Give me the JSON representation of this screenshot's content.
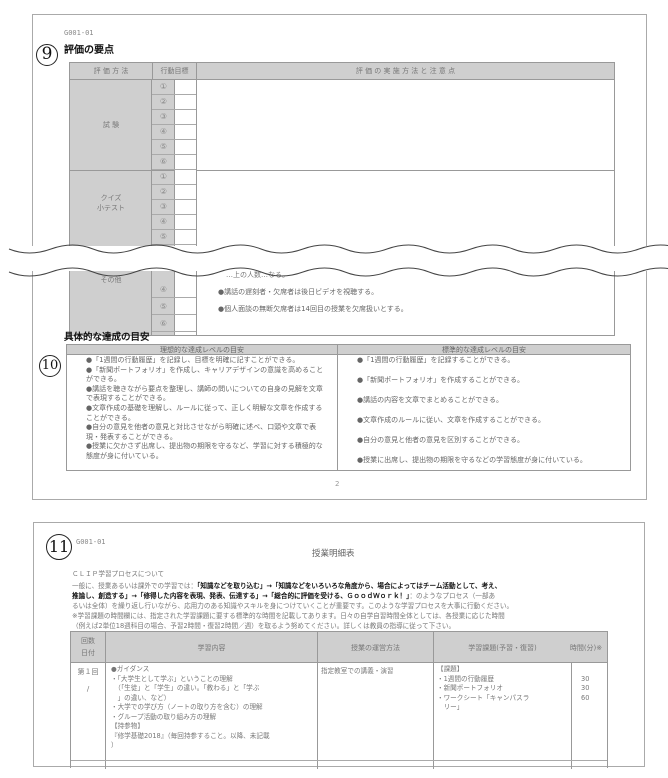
{
  "page1": {
    "code": "G001-01",
    "section9_number": "9",
    "section9_title": "評価の要点",
    "eval_table": {
      "headers": [
        "評 価 方 法",
        "行動目標",
        "評 価 の 実 施 方 法 と 注 意 点"
      ],
      "targets": [
        "①",
        "②",
        "③",
        "④",
        "⑤",
        "⑥"
      ],
      "methods": [
        {
          "name": "試 験",
          "notes": []
        },
        {
          "name": "クイズ\n小テスト",
          "notes": []
        },
        {
          "name": "その他",
          "notes": [
            "…上の人数…なる。",
            "●講話の遅刻者・欠席者は後日ビデオを視聴する。",
            "●個人面談の無断欠席者は14回目の授業を欠席扱いとする。"
          ]
        }
      ]
    },
    "section10_number": "10",
    "section10_title": "具体的な達成の目安",
    "goals": {
      "ideal_header": "理想的な達成レベルの目安",
      "standard_header": "標準的な達成レベルの目安",
      "ideal": [
        "●「1週間の行動履歴」を記録し、目標を明確に記すことができる。",
        "●「新聞ポートフォリオ」を作成し、キャリアデザインの意識を高めることができる。",
        "●講話を聴きながら要点を整理し、講師の問いについての自身の見解を文章で表現することができる。",
        "●文章作成の基礎を理解し、ルールに従って、正しく明解な文章を作成することができる。",
        "●自分の意見を他者の意見と対比させながら明確に述べ、口頭や文章で表現・発表することができる。",
        "●授業に欠かさず出席し、提出物の期限を守るなど、学習に対する積極的な態度が身に付いている。"
      ],
      "standard": [
        "●「1週間の行動履歴」を記録することができる。",
        "●「新聞ポートフォリオ」を作成することができる。",
        "●講話の内容を文章でまとめることができる。",
        "●文章作成のルールに従い、文章を作成することができる。",
        "●自分の意見と他者の意見を区別することができる。",
        "●授業に出席し、提出物の期限を守るなどの学習態度が身に付いている。"
      ]
    },
    "page_number": "2"
  },
  "page2": {
    "section11_number": "11",
    "code": "G001-01",
    "title": "授業明細表",
    "clip_heading": "ＣＬＩＰ学習プロセスについて",
    "para_intro": "一般に、授業あるいは課外での学習では：",
    "bold1": "「知識などを取り込む」→「知識などをいろいろな角度から、場合によってはチーム活動として、考え、",
    "bold2": "推論し、創造する」→「修得した内容を表現、発表、伝達する」→「総合的に評価を受ける、ＧｏｏｄＷｏｒｋ！」",
    "para_rest1": "：のようなプロセス（一部あ",
    "para_rest2": "るいは全体）を繰り返し行いながら、応用力のある知識やスキルを身につけていくことが重要です。このような学習プロセスを大事に行動ください。",
    "note1": "※学習課題の時間欄には、指定された学習課題に要する標準的な時間を記載してあります。日々の自学自習時間全体としては、各授業に応じた時間",
    "note2": "（例えば2単位18週科目の場合、予習2時間・復習2時間／週）を取るよう努めてください。詳しくは教員の指導に従って下さい。",
    "table": {
      "headers": {
        "round": "回数",
        "date": "日付",
        "content": "学習内容",
        "method": "授業の運営方法",
        "task": "学習課題(予習・復習)",
        "time": "時間(分)※"
      },
      "rows": [
        {
          "round": "第１回",
          "date": "/",
          "content": [
            "●ガイダンス",
            "・「大学生として学ぶ」ということの理解",
            "　（「生徒」と「学生」の違い。「教わる」と「学ぶ",
            "　」の違い、など）",
            "・大学での学び方（ノートの取り方を含む）の理解",
            "・グループ活動の取り組み方の理解",
            "【持参物】",
            "『修学基礎2018』（毎回持参すること。以降、未記載",
            "）"
          ],
          "method": "指定教室での講義・演習",
          "task": [
            "【課題】",
            "・1週間の行動履歴",
            "・新聞ポートフォリオ",
            "・ワークシート「キャンパスラ",
            "　リー」"
          ],
          "times": [
            "",
            "30",
            "30",
            "60"
          ]
        }
      ]
    }
  }
}
